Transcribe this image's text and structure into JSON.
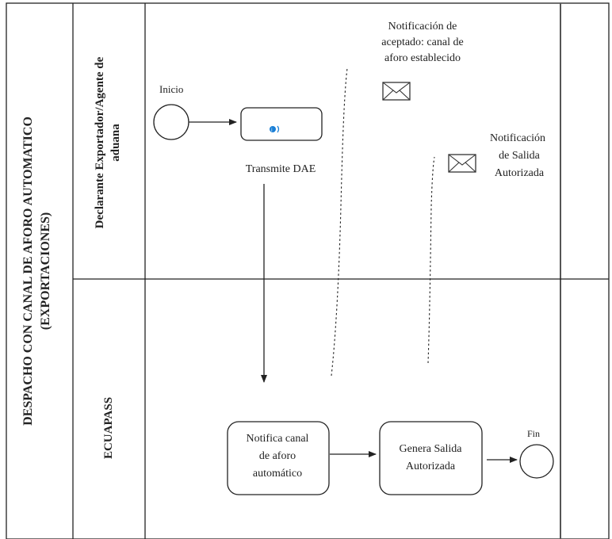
{
  "pool": {
    "title_line1": "DESPACHO CON CANAL DE AFORO AUTOMATICO",
    "title_line2": "(EXPORTACIONES)"
  },
  "lanes": {
    "declarante_line1": "Declarante Exportador/Agente de",
    "declarante_line2": "aduana",
    "ecuapass": "ECUAPASS"
  },
  "events": {
    "start": "Inicio",
    "end": "Fin"
  },
  "tasks": {
    "transmite": "Transmite DAE",
    "notifica": [
      "Notifica canal",
      "de aforo",
      "automático"
    ],
    "genera": [
      "Genera Salida",
      "Autorizada"
    ]
  },
  "messages": {
    "aceptado": [
      "Notificación de",
      "aceptado: canal de",
      "aforo establecido"
    ],
    "salida": [
      "Notificación",
      "de Salida",
      "Autorizada"
    ]
  },
  "colors": {
    "line": "#222222",
    "task_icon": "#1a7fd6",
    "lane_divider": "#555555"
  }
}
